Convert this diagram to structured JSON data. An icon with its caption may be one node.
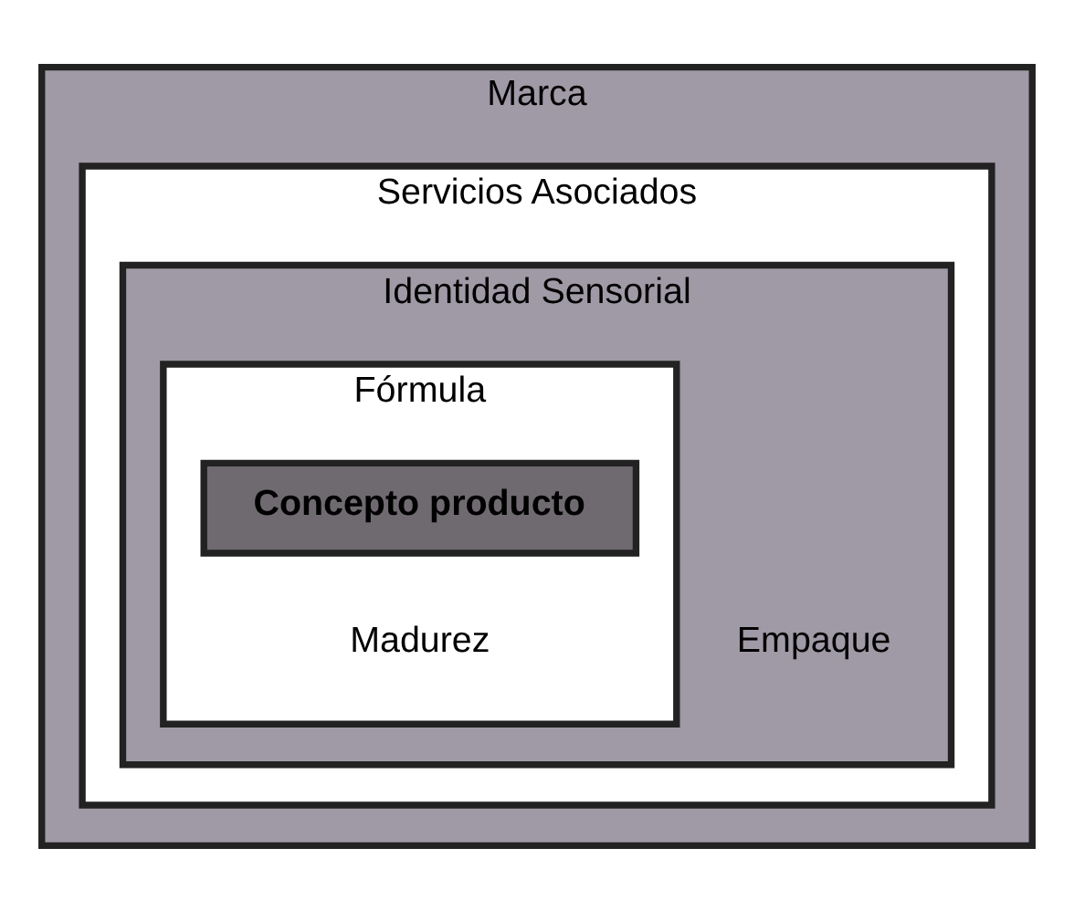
{
  "diagram": {
    "nodes": [
      {
        "text": [
          "Marca"
        ]
      },
      {
        "text": [
          "Servicios Asociados"
        ],
        "in": 0
      },
      {
        "text": [
          "Identidad Sensorial",
          "Empaque"
        ],
        "in": 1
      },
      {
        "text": [
          "Fórmula",
          "Madurez"
        ],
        "in": 2
      },
      {
        "text": [
          "Concepto producto"
        ],
        "in": 3
      }
    ],
    "edges": []
  }
}
